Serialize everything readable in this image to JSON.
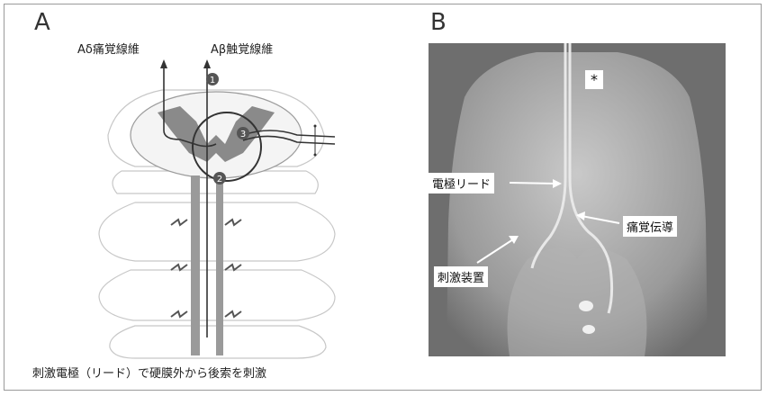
{
  "panels": {
    "a": {
      "letter": "A",
      "fiber_a_delta": "Aδ痛覚線維",
      "fiber_a_beta": "Aβ触覚線維",
      "markers": [
        "1",
        "2",
        "3"
      ]
    },
    "b": {
      "letter": "B",
      "asterisk": "*",
      "callout_lead": "電極リード",
      "callout_pain": "痛覚伝導",
      "callout_device": "刺激装置"
    }
  },
  "caption": "刺激電極（リード）で硬膜外から後索を刺激",
  "colors": {
    "gray_matter": "#8a8a8a",
    "white_matter": "#f2f2f2",
    "outline": "#bdbdbd",
    "dark": "#333333",
    "photo_bg": "#6e6e6e",
    "body": "#b8b8b8"
  }
}
